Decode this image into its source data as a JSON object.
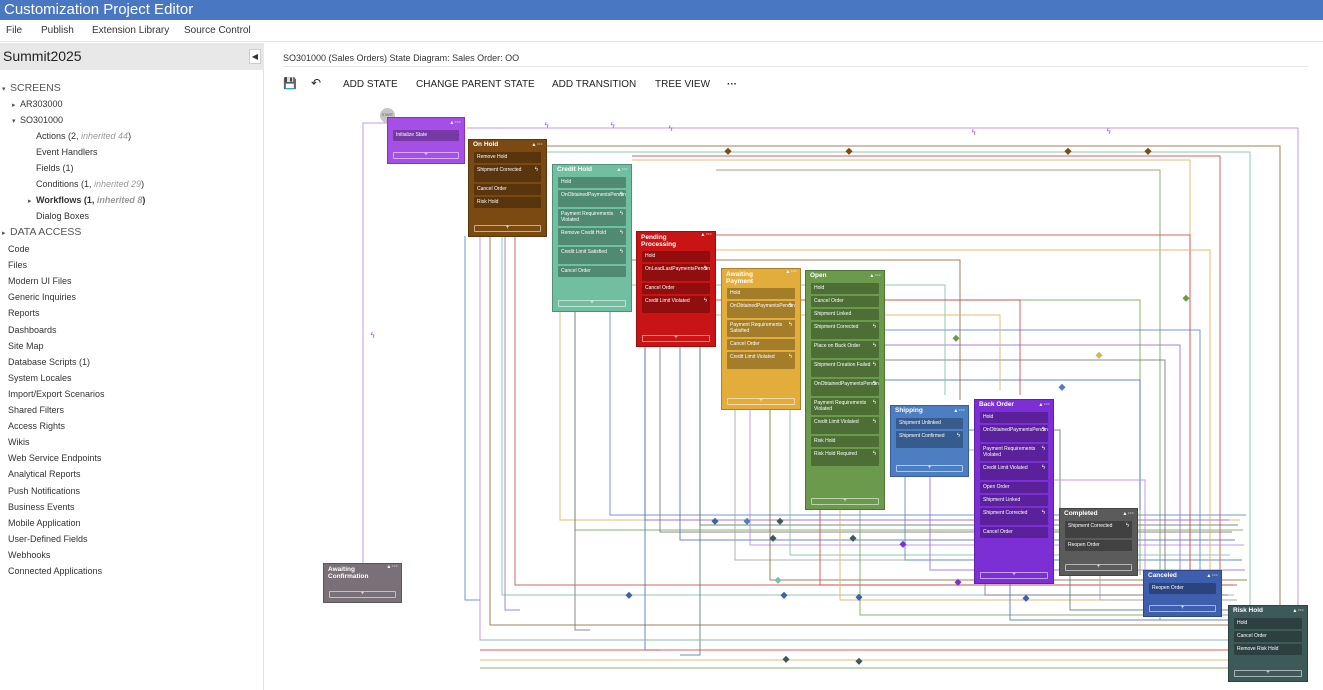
{
  "app_title": "Customization Project Editor",
  "menu": [
    "File",
    "Publish",
    "Extension Library",
    "Source Control"
  ],
  "project_name": "Summit2025",
  "tree": {
    "screens_label": "SCREENS",
    "screens": [
      {
        "label": "AR303000"
      },
      {
        "label": "SO301000",
        "children": [
          {
            "label": "Actions (2,",
            "muted": "inherited 44",
            "close": ")"
          },
          {
            "label": "Event Handlers"
          },
          {
            "label": "Fields (1)"
          },
          {
            "label": "Conditions (1,",
            "muted": "inherited 29",
            "close": ")"
          },
          {
            "label": "Workflows (1,",
            "muted": "inherited 8",
            "close": ")",
            "bold": true
          },
          {
            "label": "Dialog Boxes"
          }
        ]
      }
    ],
    "data_access_label": "DATA ACCESS",
    "others": [
      "Code",
      "Files",
      "Modern UI Files",
      "Generic Inquiries",
      "Reports",
      "Dashboards",
      "Site Map",
      "Database Scripts (1)",
      "System Locales",
      "Import/Export Scenarios",
      "Shared Filters",
      "Access Rights",
      "Wikis",
      "Web Service Endpoints",
      "Analytical Reports",
      "Push Notifications",
      "Business Events",
      "Mobile Application",
      "User-Defined Fields",
      "Webhooks",
      "Connected Applications"
    ]
  },
  "breadcrumb": "SO301000 (Sales Orders) State Diagram: Sales Order: OO",
  "toolbar": {
    "save": "💾",
    "undo": "↶",
    "add_state": "ADD STATE",
    "change_parent": "CHANGE PARENT STATE",
    "add_transition": "ADD TRANSITION",
    "tree_view": "TREE VIEW",
    "more": "···"
  },
  "start_label": "START",
  "states": [
    {
      "name": "",
      "color": "#a64fe6",
      "actions": [
        "Initialize State"
      ]
    },
    {
      "name": "On Hold",
      "color": "#7a4a12",
      "actions": [
        "Remove Hold",
        "Shipment Corrected",
        "Cancel Order",
        "Risk Hold"
      ]
    },
    {
      "name": "Credit Hold",
      "color": "#6fbfa0",
      "actions": [
        "Hold",
        "OnObtainedPaymentsPendingProcessing",
        "Payment Requirements Violated",
        "Remove Credit Hold",
        "Credit Limit Satisfied",
        "Cancel Order"
      ]
    },
    {
      "name": "Pending Processing",
      "color": "#c81414",
      "actions": [
        "Hold",
        "OnLeadLastPaymentsPendingProcessing",
        "Cancel Order",
        "Credit Limit Violated"
      ]
    },
    {
      "name": "Awaiting Payment",
      "color": "#e3ad3b",
      "actions": [
        "Hold",
        "OnObtainedPaymentsPendingProcessing",
        "Payment Requirements Satisfied",
        "Cancel Order",
        "Credit Limit Violated"
      ]
    },
    {
      "name": "Open",
      "color": "#6b9a4c",
      "actions": [
        "Hold",
        "Cancel Order",
        "Shipment Linked",
        "Shipment Corrected",
        "Place on Back Order",
        "Shipment Creation Failed",
        "OnObtainedPaymentsPendingProcessing",
        "Payment Requirements Violated",
        "Credit Limit Violated",
        "Risk Hold",
        "Risk Hold Required"
      ]
    },
    {
      "name": "Shipping",
      "color": "#4d7ec2",
      "actions": [
        "Shipment Unlinked",
        "Shipment Confirmed"
      ]
    },
    {
      "name": "Back Order",
      "color": "#7d2fd6",
      "actions": [
        "Hold",
        "OnObtainedPaymentsPendingProcessing",
        "Payment Requirements Violated",
        "Credit Limit Violated",
        "Open Order",
        "Shipment Linked",
        "Shipment Corrected",
        "Cancel Order"
      ]
    },
    {
      "name": "Completed",
      "color": "#5b5b5b",
      "actions": [
        "Shipment Corrected",
        "Reopen Order"
      ]
    },
    {
      "name": "Canceled",
      "color": "#3e5fae",
      "actions": [
        "Reopen Order"
      ]
    },
    {
      "name": "Risk Hold",
      "color": "#3d5a58",
      "actions": [
        "Hold",
        "Cancel Order",
        "Remove Risk Hold"
      ]
    },
    {
      "name": "Awaiting Confirmation",
      "color": "#7a7078",
      "actions": []
    }
  ]
}
